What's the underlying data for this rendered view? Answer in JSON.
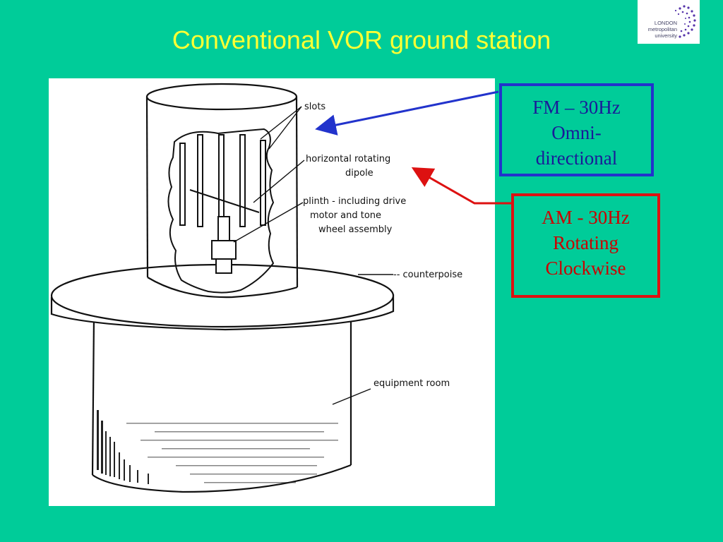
{
  "title": "Conventional VOR ground station",
  "logo": {
    "line1": "LONDON",
    "line2": "metropolitan",
    "line3": "university"
  },
  "diagram_labels": {
    "slots": "slots",
    "dipole_1": "horizontal rotating",
    "dipole_2": "dipole",
    "plinth_1": "plinth - including drive",
    "plinth_2": "motor and tone",
    "plinth_3": "wheel assembly",
    "counterpoise": "-- counterpoise",
    "equipment_room": "equipment room"
  },
  "fm_box": {
    "lines": [
      "FM – 30Hz",
      "Omni-",
      "directional"
    ],
    "border_color": "#2233cc"
  },
  "am_box": {
    "lines": [
      "AM - 30Hz",
      "Rotating",
      "Clockwise"
    ],
    "border_color": "#dd1111"
  }
}
